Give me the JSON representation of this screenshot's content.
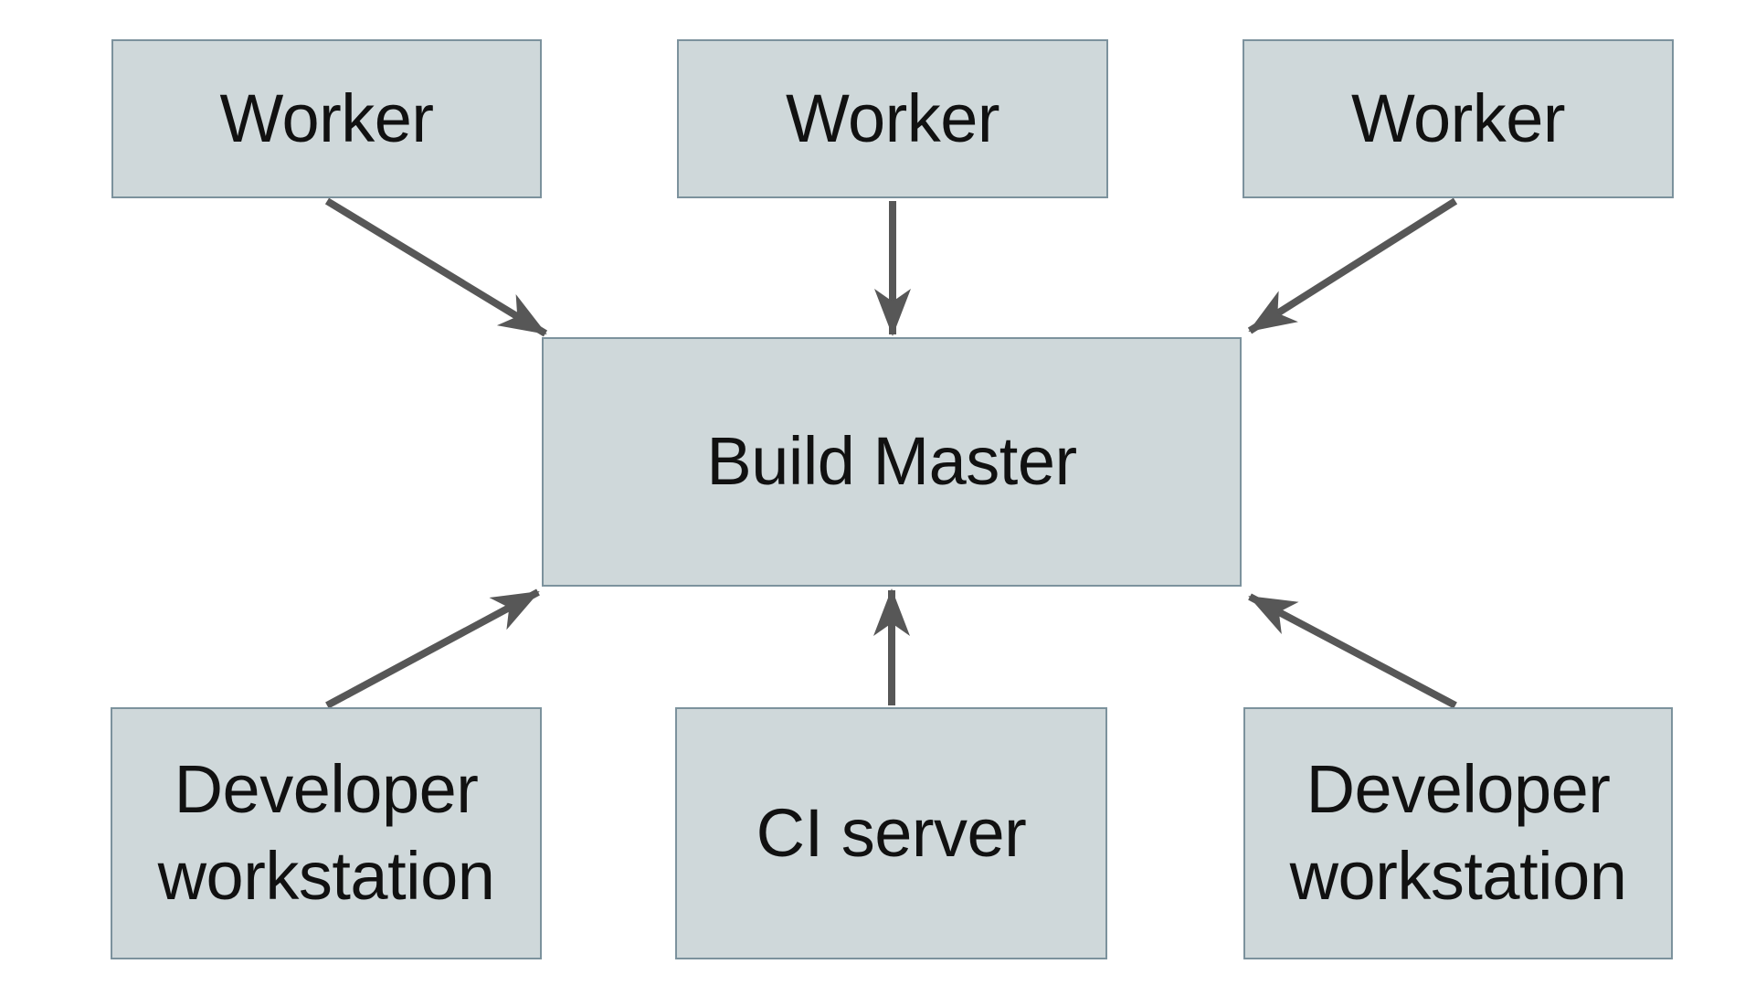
{
  "diagram": {
    "type": "architecture-diagram",
    "colors": {
      "node_fill": "#cfd8da",
      "node_border": "#7c929d",
      "arrow": "#575757",
      "label": "#111111",
      "background": "#ffffff"
    },
    "nodes": {
      "worker1": {
        "label": "Worker"
      },
      "worker2": {
        "label": "Worker"
      },
      "worker3": {
        "label": "Worker"
      },
      "build_master": {
        "label": "Build Master"
      },
      "dev_ws1": {
        "label": "Developer workstation"
      },
      "ci_server": {
        "label": "CI server"
      },
      "dev_ws2": {
        "label": "Developer workstation"
      }
    },
    "edges": [
      {
        "from": "worker1",
        "to": "build_master",
        "direction": "down-right"
      },
      {
        "from": "worker2",
        "to": "build_master",
        "direction": "down"
      },
      {
        "from": "worker3",
        "to": "build_master",
        "direction": "down-left"
      },
      {
        "from": "dev_ws1",
        "to": "build_master",
        "direction": "up-right"
      },
      {
        "from": "ci_server",
        "to": "build_master",
        "direction": "up"
      },
      {
        "from": "dev_ws2",
        "to": "build_master",
        "direction": "up-left"
      }
    ]
  }
}
